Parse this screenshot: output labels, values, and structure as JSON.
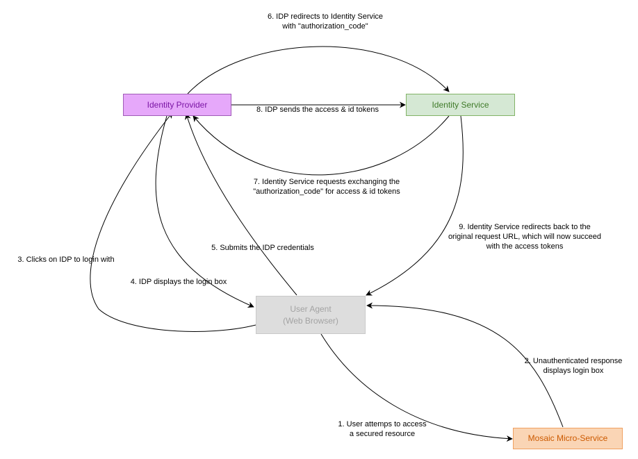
{
  "nodes": {
    "identity_provider": {
      "label": "Identity Provider",
      "fill": "#e6a8fa",
      "stroke": "#9f5bb6",
      "text_color": "#7a14a4"
    },
    "identity_service": {
      "label": "Identity Service",
      "fill": "#d5e8d4",
      "stroke": "#82b366",
      "text_color": "#3f7a29"
    },
    "user_agent": {
      "line1": "User Agent",
      "line2": "(Web Browser)",
      "fill": "#dddddd",
      "stroke": "#c9c9c9",
      "text_color": "#a3a3a3"
    },
    "mosaic": {
      "label": "Mosaic Micro-Service",
      "fill": "#fad5b5",
      "stroke": "#f0a060",
      "text_color": "#cc5a00"
    }
  },
  "edges": {
    "e1": {
      "line1": "1. User attemps to access",
      "line2": "a secured resource"
    },
    "e2": {
      "line1": "2. Unauthenticated response",
      "line2": "displays login box"
    },
    "e3": {
      "label": "3. Clicks on IDP to login with"
    },
    "e4": {
      "label": "4. IDP displays the login box"
    },
    "e5": {
      "label": "5. Submits the IDP credentials"
    },
    "e6": {
      "line1": "6. IDP redirects to Identity Service",
      "line2": "with \"authorization_code\""
    },
    "e7": {
      "line1": "7. Identity Service requests exchanging the",
      "line2": "\"authorization_code\" for access & id tokens"
    },
    "e8": {
      "label": "8. IDP sends the access & id tokens"
    },
    "e9": {
      "line1": "9. Identity Service redirects back to the",
      "line2": "original request URL, which will now succeed",
      "line3": "with the access tokens"
    }
  }
}
